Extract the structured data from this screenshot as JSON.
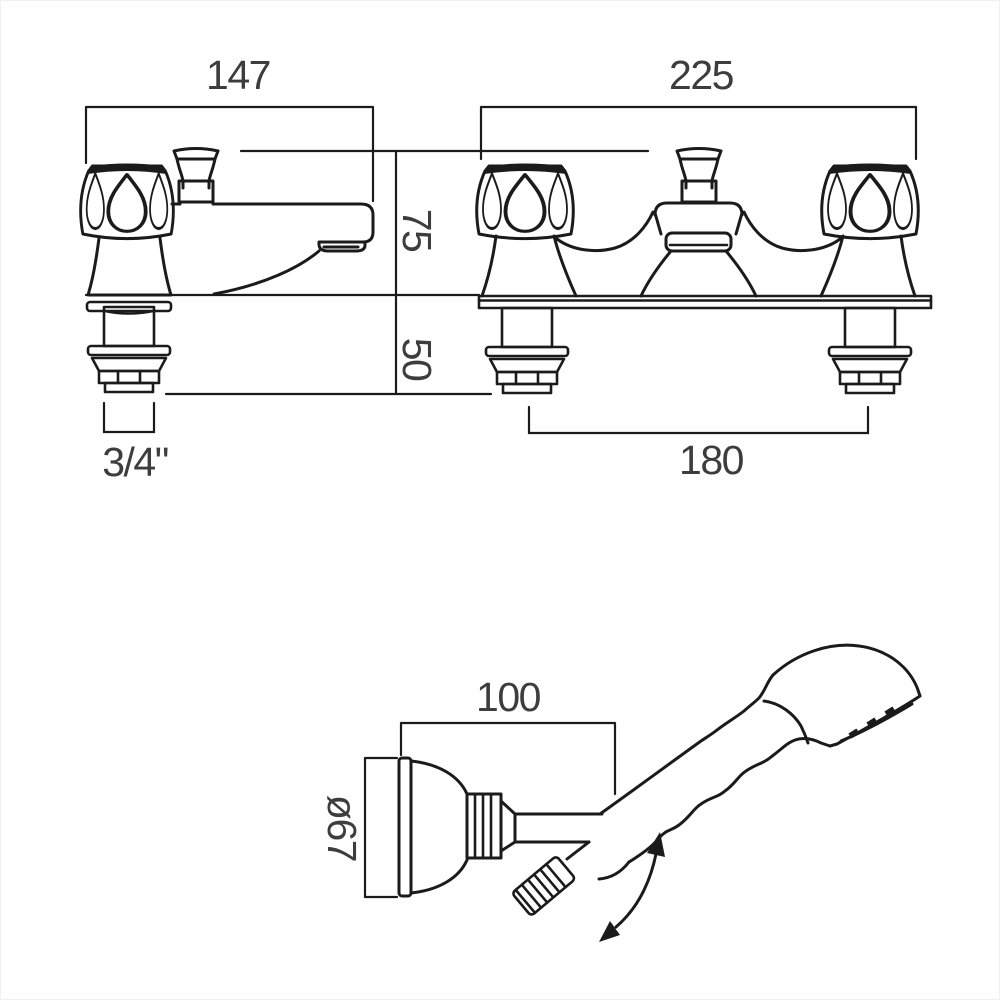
{
  "drawing": {
    "product": "deck-mounted bath shower mixer with handset technical drawing",
    "dimensions": {
      "side_overall_width": "147",
      "front_overall_width": "225",
      "height_above_deck": "75",
      "depth_below_deck": "50",
      "tail_connection_size": "3/4\"",
      "tail_centres": "180",
      "handset_head_length": "100",
      "handset_head_diameter": "ø67"
    },
    "colors": {
      "line": "#1b1b1b",
      "dim_text": "#3d3d3d",
      "background": "#ffffff"
    }
  }
}
